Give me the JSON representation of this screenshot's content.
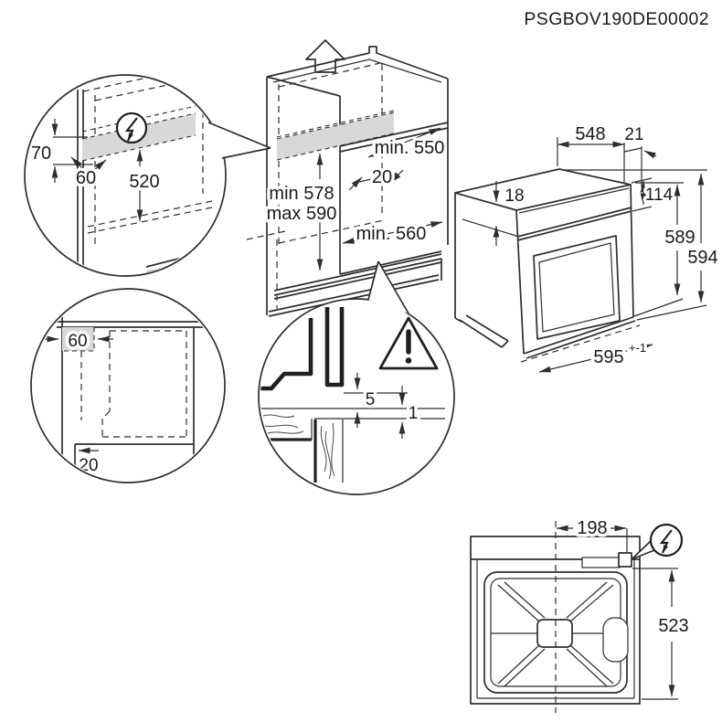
{
  "drawing_code": "PSGBOV190DE00002",
  "colors": {
    "line": "#2e2e2e",
    "shade": "#d8d8d8",
    "background": "#ffffff"
  },
  "icons": {
    "electrical_connection": "circle-lightning-bolt",
    "warning": "triangle-exclamation",
    "removal_direction": "hollow-up-arrow"
  },
  "niche": {
    "depth": "min. 550",
    "top_rail": "20",
    "height_min": "min 578",
    "height_max": "max 590",
    "width": "min. 560"
  },
  "connection_area": {
    "height": "70",
    "depth": "60",
    "distance_to_shelf": "520"
  },
  "base_clearance": {
    "side": "60",
    "front": "20"
  },
  "mounting_gap": {
    "above_shelf": "5",
    "panel_lip": "1"
  },
  "oven": {
    "body_depth": "548",
    "door_depth": "21",
    "top_inset": "18",
    "panel_height": "114",
    "body_height": "589",
    "total_height": "594",
    "width": "595",
    "width_tolerance": "+-1"
  },
  "top_view": {
    "connection_offset": "198",
    "depth": "523"
  }
}
